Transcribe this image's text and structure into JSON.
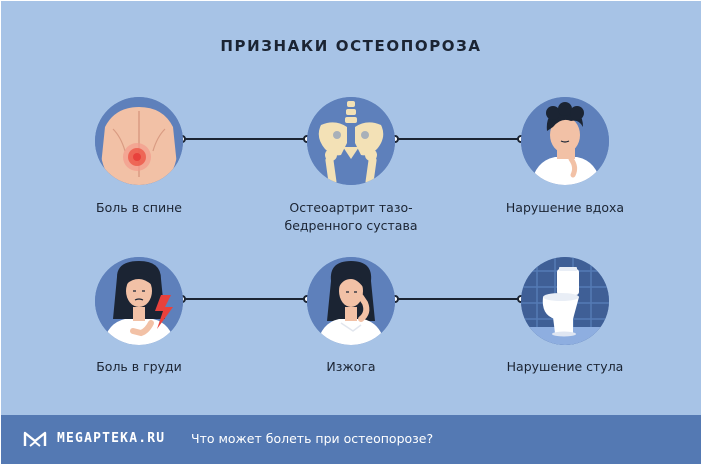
{
  "title": "ПРИЗНАКИ ОСТЕОПОРОЗА",
  "signs": [
    {
      "label": "Боль в спине",
      "icon": "back-pain-icon"
    },
    {
      "label": "Остеоартрит тазо-\nбедренного сустава",
      "icon": "pelvis-icon"
    },
    {
      "label": "Нарушение вдоха",
      "icon": "breathing-icon"
    },
    {
      "label": "Боль в груди",
      "icon": "chest-pain-icon"
    },
    {
      "label": "Изжога",
      "icon": "heartburn-icon"
    },
    {
      "label": "Нарушение стула",
      "icon": "toilet-icon"
    }
  ],
  "footer": {
    "brand": "MEGAPTEKA.RU",
    "question": "Что может болеть при остеопорозе?"
  },
  "colors": {
    "background": "#a7c3e6",
    "circle": "#5e80bb",
    "footer": "#5479b3",
    "text": "#1b2433",
    "pain": "#e8413c"
  }
}
